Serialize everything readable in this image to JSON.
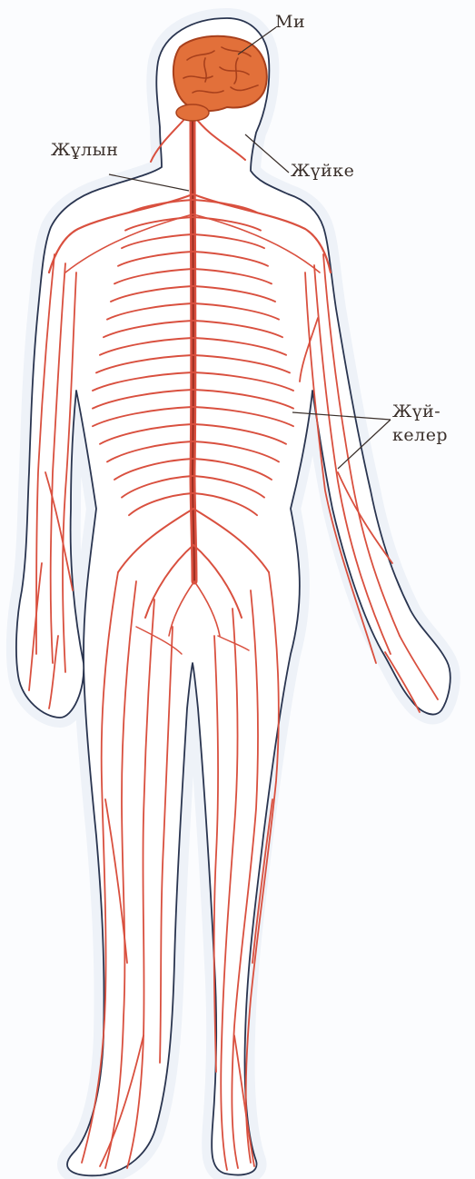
{
  "labels": {
    "brain": "Ми",
    "spinal_cord": "Жұлын",
    "nerve": "Жүйке",
    "nerves_line1": "Жүй-",
    "nerves_line2": "келер"
  },
  "colors": {
    "nerve": "#d9503f",
    "nerve_dark": "#9c2f22",
    "brain": "#e2703a",
    "brain_dark": "#a8401c",
    "outline": "#2a3550",
    "halo": "#eef2f8",
    "leader": "#3a2f2a"
  }
}
